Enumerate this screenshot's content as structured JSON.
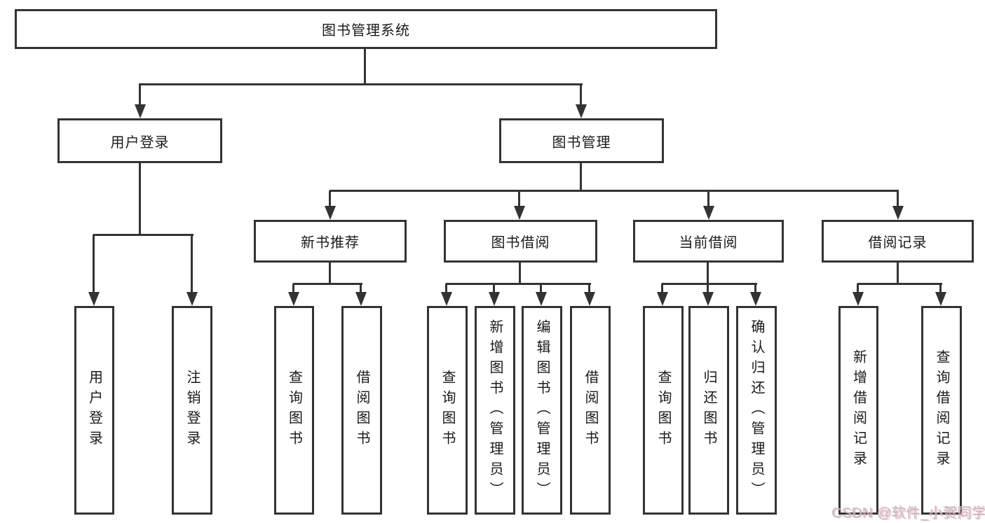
{
  "root": {
    "label": "图书管理系统"
  },
  "user_login": {
    "label": "用户登录",
    "children": [
      "用户登录",
      "注销登录"
    ]
  },
  "book_mgmt": {
    "label": "图书管理"
  },
  "new_books": {
    "label": "新书推荐",
    "children": [
      "查询图书",
      "借阅图书"
    ]
  },
  "borrowing": {
    "label": "图书借阅",
    "children": [
      "查询图书",
      "新增图书（管理员）",
      "编辑图书（管理员）",
      "借阅图书"
    ]
  },
  "current": {
    "label": "当前借阅",
    "children": [
      "查询图书",
      "归还图书",
      "确认归还（管理员）"
    ]
  },
  "records": {
    "label": "借阅记录",
    "children": [
      "新增借阅记录",
      "查询借阅记录"
    ]
  },
  "watermark": {
    "text": "CSDN @软件_小贺同学"
  },
  "colors": {
    "line": "#333333",
    "text": "#1a1a1a",
    "background": "#ffffff",
    "watermark_gray": "#b9bcc4",
    "watermark_pink": "#f7a6af"
  }
}
